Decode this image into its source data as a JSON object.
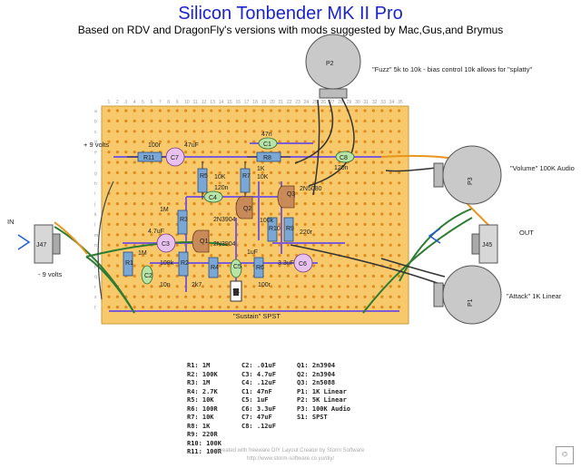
{
  "header": {
    "title": "Silicon Tonbender MK II Pro",
    "subtitle": "Based on RDV and DragonFly's versions with mods suggested by Mac,Gus,and Brymus"
  },
  "notes": {
    "fuzz": "\"Fuzz\" 5k to 10k - bias control 10k allows for \"splatty\"",
    "volume": "\"Volume\" 100K Audio",
    "attack": "\"Attack\" 1K Linear",
    "out": "OUT",
    "in": "IN",
    "plus9": "+ 9 volts",
    "minus9": "- 9 volts",
    "sustain": "\"Sustain\" SPST"
  },
  "board": {
    "columns": [
      "1",
      "2",
      "3",
      "4",
      "5",
      "6",
      "7",
      "8",
      "9",
      "10",
      "11",
      "12",
      "13",
      "14",
      "15",
      "16",
      "17",
      "18",
      "19",
      "20",
      "21",
      "22",
      "23",
      "24",
      "25",
      "26",
      "27",
      "28",
      "29",
      "30",
      "31",
      "32",
      "33",
      "34",
      "35"
    ],
    "rows": [
      "a",
      "b",
      "c",
      "d",
      "e",
      "f",
      "g",
      "h",
      "i",
      "j",
      "k",
      "l",
      "m",
      "n",
      "o",
      "p",
      "q",
      "r",
      "s",
      "t"
    ],
    "colors": {
      "board": "#f7c96b",
      "hole": "#e08a1e",
      "strip": "#7d5cd6",
      "wire": "#2e7d32",
      "pot": "#c9c9c9"
    }
  },
  "components": {
    "pots": [
      {
        "id": "P2"
      },
      {
        "id": "P3"
      },
      {
        "id": "P1"
      }
    ],
    "jacks": [
      {
        "id": "J47"
      },
      {
        "id": "J45"
      }
    ],
    "labels": [
      "R11",
      "C7",
      "100r",
      "47uF",
      "C1",
      "47n",
      "R8",
      "1K",
      "10K",
      "C8",
      "120n",
      "R5",
      "10K",
      "R7",
      "120n",
      "C4",
      "Q3",
      "2N5080",
      "Q2",
      "2N3904",
      "1M",
      "R3",
      "4.7uF",
      "C3",
      "1M",
      "R1",
      "C2",
      "R2",
      "Q1",
      "2N3904",
      "R4",
      "C5",
      "R6",
      "R10",
      "100k",
      "R9",
      "220r",
      "3.3uF",
      "C6",
      "108k",
      "10n",
      "2k7",
      "S1",
      "100r",
      "1uF"
    ]
  },
  "parts_list": {
    "resistors": [
      "R1: 1M",
      "R2: 100K",
      "R3: 1M",
      "R4: 2.7K",
      "R5: 10K",
      "R6: 100R",
      "R7: 10K",
      "R8: 1K",
      "R9: 220R",
      "R10: 100K",
      "R11: 100R"
    ],
    "capacitors": [
      "C2: .01uF",
      "C3: 4.7uF",
      "C4: .12uF",
      "C1: 47nF",
      "C5: 1uF",
      "C6: 3.3uF",
      "C7: 47uF",
      "C8: .12uF"
    ],
    "actives": [
      "Q1: 2n3904",
      "Q2: 2n3904",
      "Q3: 2n5088",
      "P1: 1K Linear",
      "P2: 5K Linear",
      "P3: 100K Audio",
      "S1: SPST"
    ]
  },
  "footer": {
    "line1": "Created with freeware DIY Layout Creator by Storm Software",
    "line2": "http://www.storm-software.co.yu/diy/"
  }
}
